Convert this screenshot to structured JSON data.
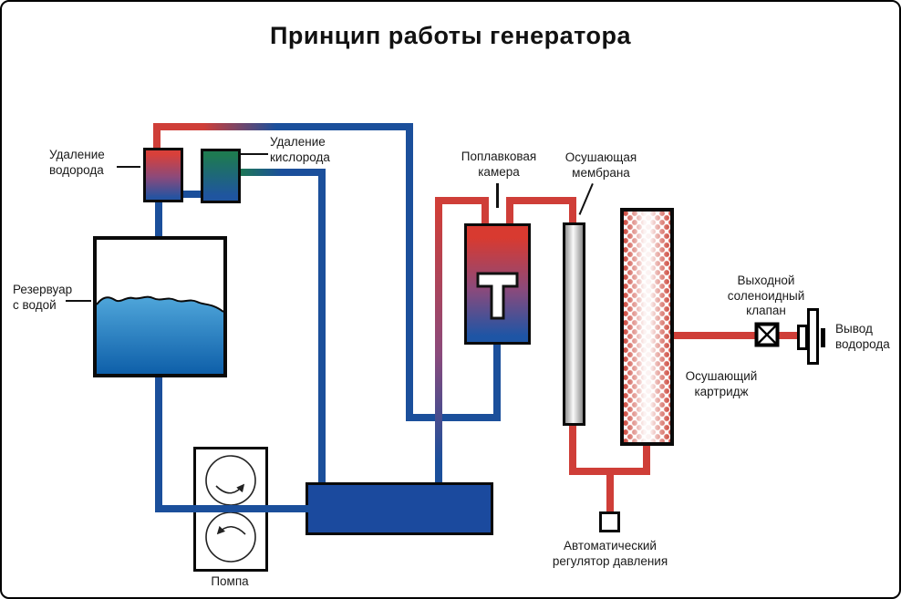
{
  "title": "Принцип работы генератора",
  "labels": {
    "hydrogen_removal": "Удаление\nводорода",
    "oxygen_removal": "Удаление\nкислорода",
    "water_reservoir": "Резервуар\nс водой",
    "float_chamber": "Поплавковая\nкамера",
    "drying_membrane": "Осушающая\nмембрана",
    "outlet_solenoid_valve": "Выходной\nсоленоидный\nклапан",
    "hydrogen_outlet": "Вывод\nводорода",
    "drying_cartridge": "Осушающий\nкартридж",
    "auto_pressure_regulator": "Автоматический\nрегулятор давления",
    "pump": "Помпа"
  },
  "colors": {
    "pipe_red": "#cf3e38",
    "pipe_blue": "#1b4f9b",
    "block_blue": "#1b4a9e",
    "green": "#1e7a52",
    "purple_mid": "#8a4a7c",
    "water_top": "#4fa6da",
    "water_bottom": "#0e5fa9",
    "dot_red": "#cf4f44"
  }
}
